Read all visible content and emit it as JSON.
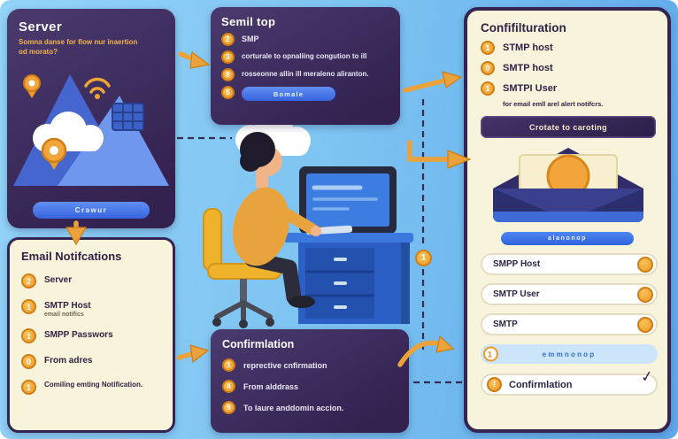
{
  "server_panel": {
    "title": "Server",
    "subtitle": "Somna danse for flow nur inaertion od morato?",
    "button_label": "Crawur"
  },
  "setup_panel": {
    "title": "Semil top",
    "items": [
      {
        "num": "2",
        "text": "SMP"
      },
      {
        "num": "3",
        "text": "corturale to opnaliing congution to ill"
      },
      {
        "num": "8",
        "text": "rosseonne allin ill meraleno aliranton."
      },
      {
        "num": "5",
        "text": ""
      }
    ],
    "button_label": "Bomale"
  },
  "notifications_panel": {
    "title": "Email Notifcations",
    "items": [
      {
        "num": "2",
        "text": "Server",
        "sub": ""
      },
      {
        "num": "1",
        "text": "SMTP Host",
        "sub": "email notifics"
      },
      {
        "num": "1",
        "text": "SMPP Passwors",
        "sub": ""
      },
      {
        "num": "0",
        "text": "From adres",
        "sub": ""
      },
      {
        "num": "1",
        "text": "Comiling emting Notification.",
        "sub": ""
      }
    ]
  },
  "confirmation_panel": {
    "title": "Confirmlation",
    "items": [
      {
        "num": "1",
        "text": "reprective cnfirmation"
      },
      {
        "num": "4",
        "text": "From alddrass"
      },
      {
        "num": "9",
        "text": "To laure anddomin accion."
      }
    ]
  },
  "config_panel": {
    "title": "Confifilturation",
    "items": [
      {
        "num": "1",
        "text": "STMP host"
      },
      {
        "num": "0",
        "text": "SMTP host"
      },
      {
        "num": "1",
        "text": "SMTPI User"
      }
    ],
    "note": "for email emll arel alert notifcrs.",
    "button_label": "Crotate to caroting",
    "chip_label": "alanonop",
    "fields": [
      {
        "label": "SMPP Host"
      },
      {
        "label": "SMTP User"
      },
      {
        "label": "SMTP"
      }
    ],
    "input_row": {
      "num": "1",
      "value": "emmnonop"
    },
    "confirm_row": {
      "icon": "!",
      "label": "Confirmlation"
    },
    "check_glyph": "✓"
  },
  "connector_badge": "1",
  "colors": {
    "background": "#7fc5f2",
    "panel_dark": "#3a2a58",
    "panel_cream": "#f8f4dc",
    "accent_orange": "#eea22f",
    "accent_blue": "#3f74ea",
    "ink": "#2d2344"
  }
}
